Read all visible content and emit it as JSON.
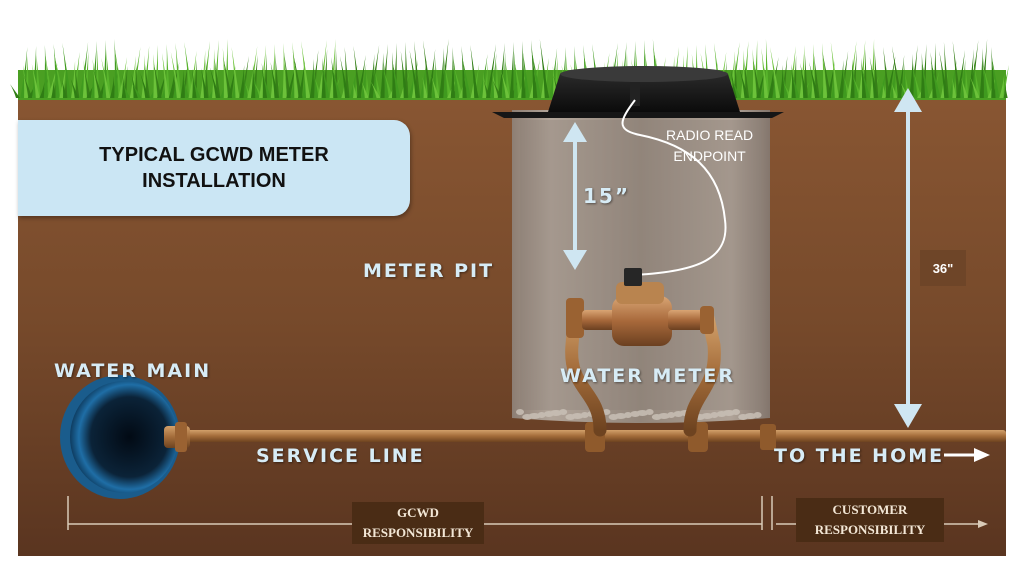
{
  "title": {
    "line1": "TYPICAL GCWD METER",
    "line2": "INSTALLATION"
  },
  "labels": {
    "meter_pit": "METER PIT",
    "water_main": "WATER MAIN",
    "service_line": "SERVICE LINE",
    "water_meter": "WATER METER",
    "to_the_home": "TO THE HOME",
    "radio_line1": "RADIO READ",
    "radio_line2": "ENDPOINT",
    "depth_15": "15”",
    "depth_36": "36\""
  },
  "responsibility": {
    "gcwd_line1": "GCWD",
    "gcwd_line2": "RESPONSIBILITY",
    "customer_line1": "CUSTOMER",
    "customer_line2": "RESPONSIBILITY"
  },
  "colors": {
    "soil": "#7a4d2e",
    "grass": "#3f9a1f",
    "pipe": "#b07a45",
    "water_main": "#1a5c8c",
    "title_box": "#cbe6f4",
    "label_text": "#d7ecf6"
  }
}
